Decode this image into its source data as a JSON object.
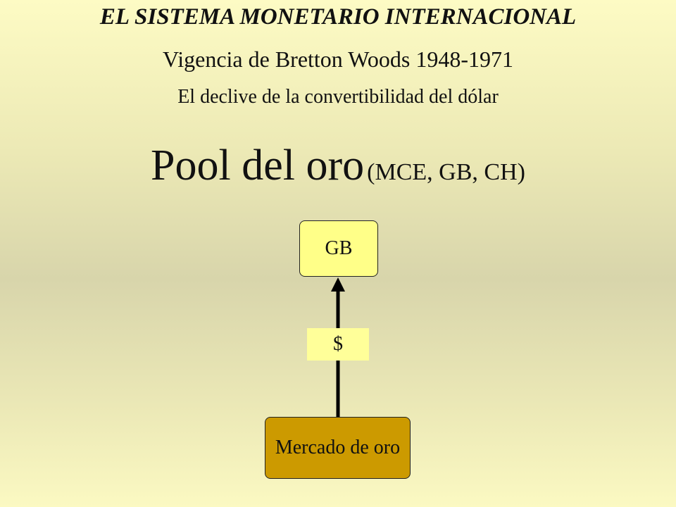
{
  "header": {
    "title": "EL SISTEMA MONETARIO INTERNACIONAL",
    "subtitle": "Vigencia de Bretton Woods 1948-1971",
    "subsubtitle": "El declive de la convertibilidad del dólar"
  },
  "pool": {
    "main": "Pool del oro",
    "members": "(MCE, GB, CH)"
  },
  "diagram": {
    "top_node": "GB",
    "bottom_node": "Mercado de oro",
    "flow_label": "$",
    "colors": {
      "top_node_fill": "#ffff88",
      "bottom_node_fill": "#cc9a00",
      "label_fill": "#ffff99"
    }
  }
}
